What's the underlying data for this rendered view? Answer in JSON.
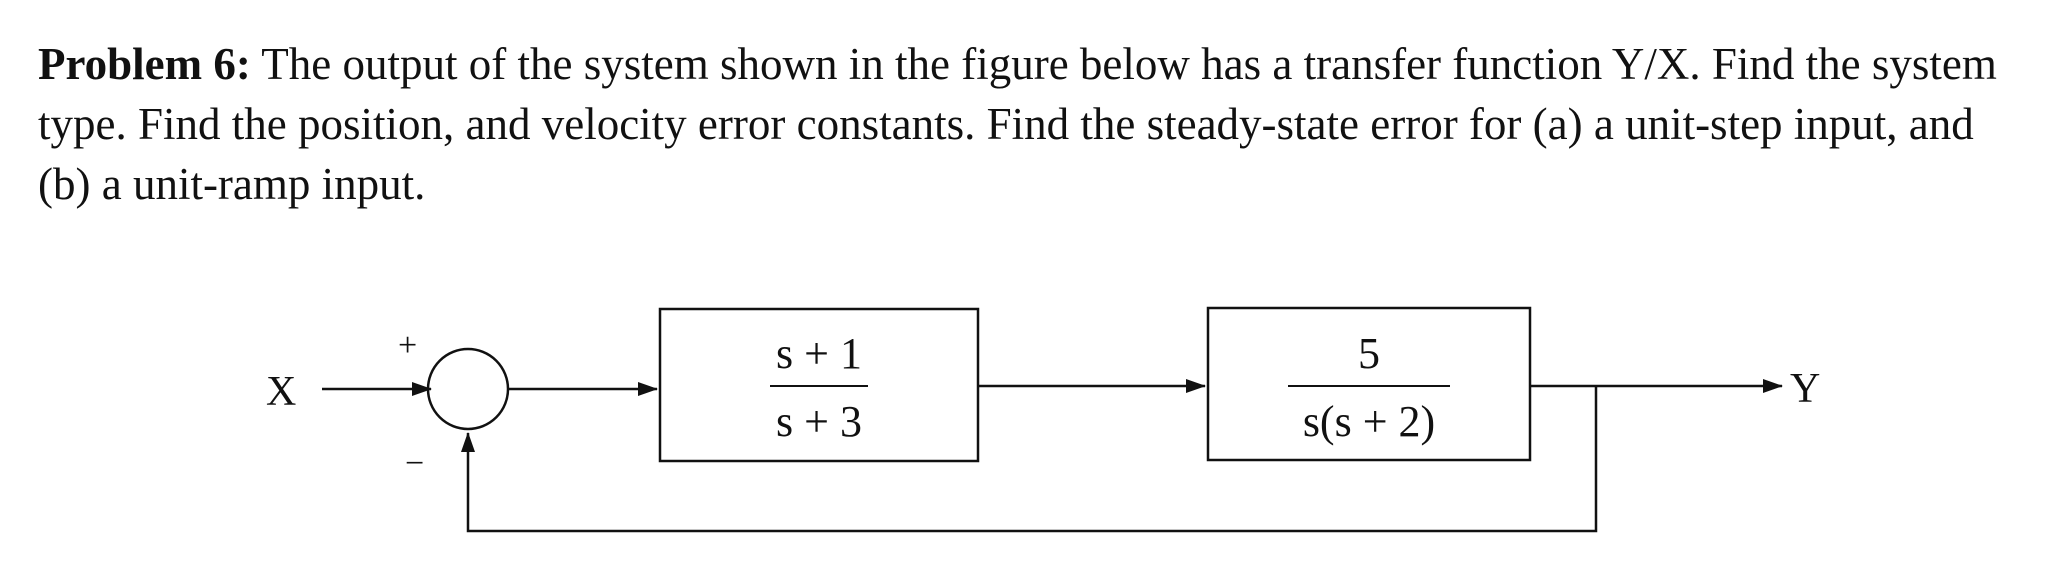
{
  "problem": {
    "label": "Problem 6:",
    "text": " The output of the system shown in the figure below has a transfer function Y/X. Find the system type. Find the position, and velocity error constants. Find the steady-state error for (a) a unit-step input, and (b) a unit-ramp input."
  },
  "diagram": {
    "input_label": "X",
    "output_label": "Y",
    "plus_sign": "+",
    "minus_sign": "−",
    "block1": {
      "numerator": "s + 1",
      "denominator": "s + 3"
    },
    "block2": {
      "numerator": "5",
      "denominator": "s(s + 2)"
    }
  }
}
